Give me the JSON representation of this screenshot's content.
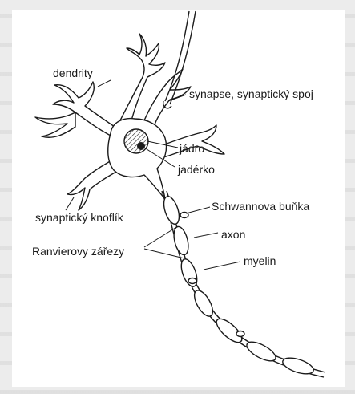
{
  "diagram": {
    "labels": {
      "dendrites": "dendrity",
      "synapse": "synapse, synaptický spoj",
      "nucleus": "jádro",
      "nucleolus": "jadérko",
      "synaptic_knob": "synaptický knoflík",
      "schwann_cell": "Schwannova buňka",
      "axon": "axon",
      "ranvier_nodes": "Ranvierovy zářezy",
      "myelin": "myelin"
    }
  }
}
